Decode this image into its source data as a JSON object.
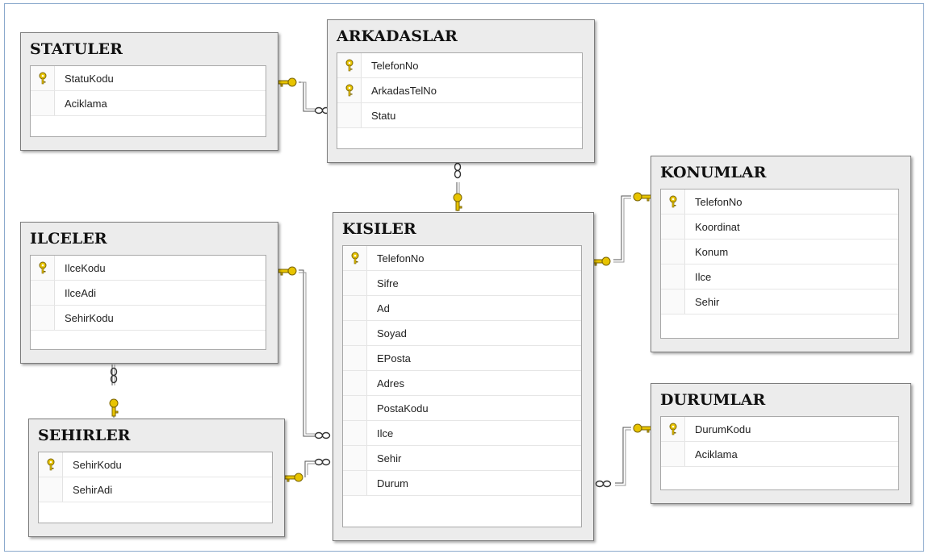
{
  "tables": {
    "statuler": {
      "title": "STATULER",
      "columns": [
        {
          "name": "StatuKodu",
          "pk": true
        },
        {
          "name": "Aciklama",
          "pk": false
        }
      ]
    },
    "arkadaslar": {
      "title": "ARKADASLAR",
      "columns": [
        {
          "name": "TelefonNo",
          "pk": true
        },
        {
          "name": "ArkadasTelNo",
          "pk": true
        },
        {
          "name": "Statu",
          "pk": false
        }
      ]
    },
    "konumlar": {
      "title": "KONUMLAR",
      "columns": [
        {
          "name": "TelefonNo",
          "pk": true
        },
        {
          "name": "Koordinat",
          "pk": false
        },
        {
          "name": "Konum",
          "pk": false
        },
        {
          "name": "Ilce",
          "pk": false
        },
        {
          "name": "Sehir",
          "pk": false
        }
      ]
    },
    "ilceler": {
      "title": "ILCELER",
      "columns": [
        {
          "name": "IlceKodu",
          "pk": true
        },
        {
          "name": "IlceAdi",
          "pk": false
        },
        {
          "name": "SehirKodu",
          "pk": false
        }
      ]
    },
    "kisiler": {
      "title": "KISILER",
      "columns": [
        {
          "name": "TelefonNo",
          "pk": true
        },
        {
          "name": "Sifre",
          "pk": false
        },
        {
          "name": "Ad",
          "pk": false
        },
        {
          "name": "Soyad",
          "pk": false
        },
        {
          "name": "EPosta",
          "pk": false
        },
        {
          "name": "Adres",
          "pk": false
        },
        {
          "name": "PostaKodu",
          "pk": false
        },
        {
          "name": "Ilce",
          "pk": false
        },
        {
          "name": "Sehir",
          "pk": false
        },
        {
          "name": "Durum",
          "pk": false
        }
      ]
    },
    "durumlar": {
      "title": "DURUMLAR",
      "columns": [
        {
          "name": "DurumKodu",
          "pk": true
        },
        {
          "name": "Aciklama",
          "pk": false
        }
      ]
    },
    "sehirler": {
      "title": "SEHIRLER",
      "columns": [
        {
          "name": "SehirKodu",
          "pk": true
        },
        {
          "name": "SehirAdi",
          "pk": false
        }
      ]
    }
  },
  "colors": {
    "key": "#e8c400",
    "key_outline": "#7a6400",
    "line": "#555555"
  }
}
